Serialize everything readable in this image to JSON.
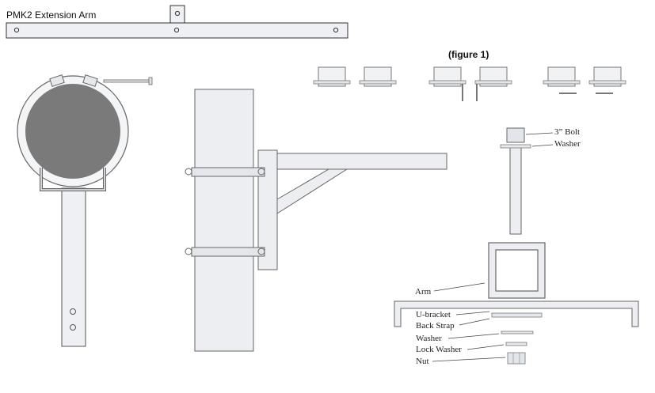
{
  "title": "PMK2 Extension Arm",
  "figure_label": "(figure 1)",
  "labels": {
    "bolt": "3” Bolt",
    "washer_top": "Washer",
    "arm": "Arm",
    "u_bracket": "U-bracket",
    "back_strap": "Back Strap",
    "washer": "Washer",
    "lock_washer": "Lock Washer",
    "nut": "Nut"
  },
  "colors": {
    "outline": "#555555",
    "light_fill": "#eef0f3",
    "pole_fill": "#e9ebee",
    "circle_fill": "#7a7a7a"
  }
}
